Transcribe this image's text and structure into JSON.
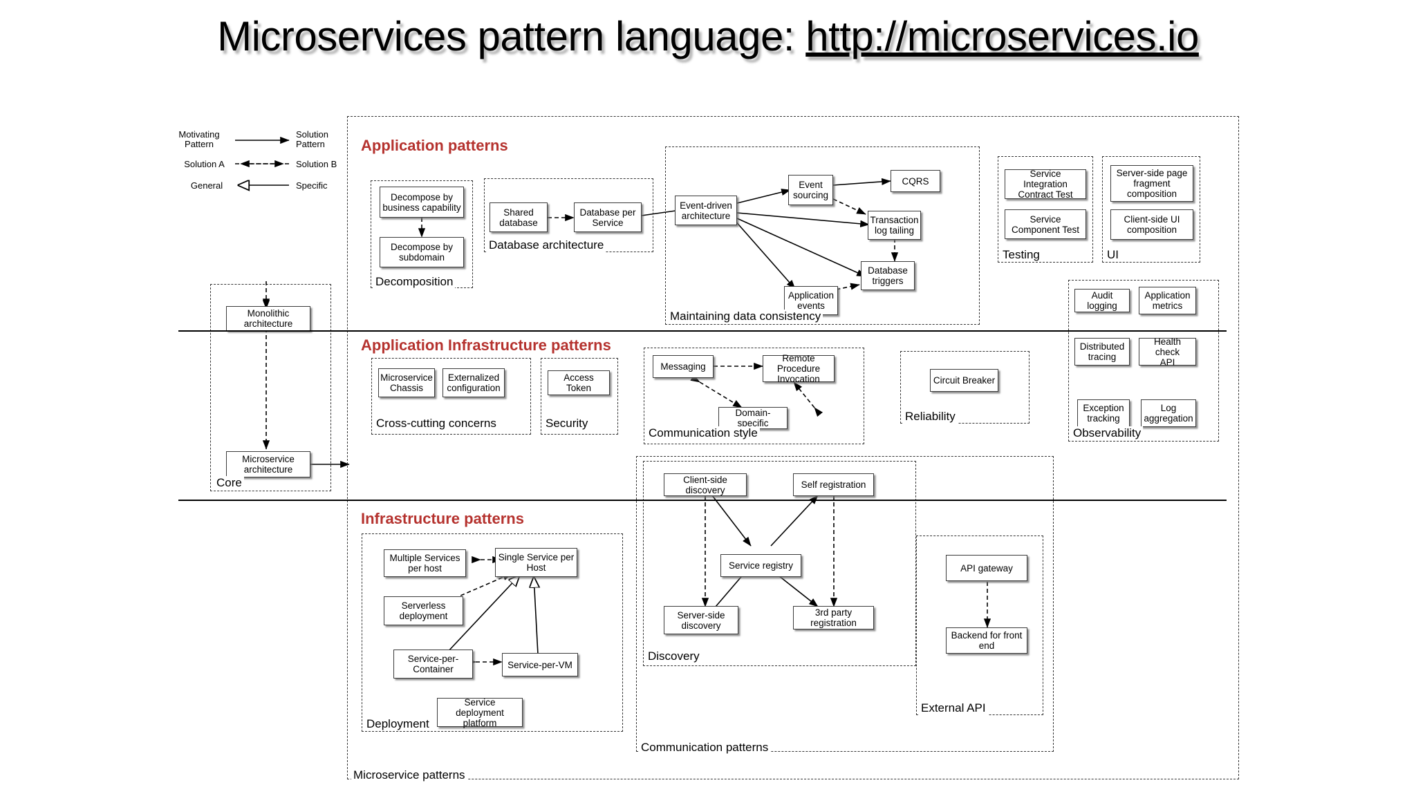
{
  "title": {
    "text": "Microservices pattern language: ",
    "url": "http://microservices.io"
  },
  "legend": {
    "rows": [
      {
        "left": "Motivating\nPattern",
        "right": "Solution\nPattern",
        "style": "solid-arrow"
      },
      {
        "left": "Solution A",
        "right": "Solution B",
        "style": "dashed-bidir"
      },
      {
        "left": "General",
        "right": "Specific",
        "style": "hollow-triangle"
      }
    ],
    "left_labels": [
      "Motivating",
      "Pattern",
      "Solution A",
      "General"
    ],
    "right_labels": [
      "Solution",
      "Pattern",
      "Solution B",
      "Specific"
    ]
  },
  "sections": [
    {
      "id": "application",
      "label": "Application patterns"
    },
    {
      "id": "app-infra",
      "label": "Application Infrastructure patterns"
    },
    {
      "id": "infra",
      "label": "Infrastructure patterns"
    }
  ],
  "groups": [
    {
      "id": "core",
      "label": "Core"
    },
    {
      "id": "decomposition",
      "label": "Decomposition"
    },
    {
      "id": "database-architecture",
      "label": "Database architecture"
    },
    {
      "id": "maintaining-data-consistency",
      "label": "Maintaining data consistency"
    },
    {
      "id": "testing",
      "label": "Testing"
    },
    {
      "id": "ui",
      "label": "UI"
    },
    {
      "id": "observability",
      "label": "Observability"
    },
    {
      "id": "cross-cutting-concerns",
      "label": "Cross-cutting concerns"
    },
    {
      "id": "security",
      "label": "Security"
    },
    {
      "id": "communication-style",
      "label": "Communication style"
    },
    {
      "id": "reliability",
      "label": "Reliability"
    },
    {
      "id": "discovery",
      "label": "Discovery"
    },
    {
      "id": "deployment",
      "label": "Deployment"
    },
    {
      "id": "external-api",
      "label": "External API"
    },
    {
      "id": "communication-patterns",
      "label": "Communication patterns"
    },
    {
      "id": "microservice-patterns",
      "label": "Microservice patterns"
    }
  ],
  "nodes": {
    "monolithic_architecture": "Monolithic\narchitecture",
    "microservice_architecture": "Microservice\narchitecture",
    "decompose_business_capability": "Decompose by\nbusiness capability",
    "decompose_subdomain": "Decompose by\nsubdomain",
    "shared_database": "Shared\ndatabase",
    "database_per_service": "Database per\nService",
    "event_driven_architecture": "Event-driven\narchitecture",
    "event_sourcing": "Event\nsourcing",
    "cqrs": "CQRS",
    "transaction_log_tailing": "Transaction\nlog tailing",
    "database_triggers": "Database\ntriggers",
    "application_events": "Application\nevents",
    "service_integration_contract_test": "Service Integration\nContract Test",
    "service_component_test": "Service\nComponent Test",
    "server_side_page_fragment_composition": "Server-side page\nfragment\ncomposition",
    "client_side_ui_composition": "Client-side  UI\ncomposition",
    "audit_logging": "Audit logging",
    "application_metrics": "Application\nmetrics",
    "distributed_tracing": "Distributed\ntracing",
    "health_check_api": "Health check\nAPI",
    "exception_tracking": "Exception\ntracking",
    "log_aggregation": "Log\naggregation",
    "microservice_chassis": "Microservice\nChassis",
    "externalized_configuration": "Externalized\nconfiguration",
    "access_token": "Access Token",
    "messaging": "Messaging",
    "remote_procedure_invocation": "Remote Procedure\nInvocation",
    "domain_specific": "Domain-specific",
    "circuit_breaker": "Circuit Breaker",
    "client_side_discovery": "Client-side discovery",
    "self_registration": "Self registration",
    "service_registry": "Service registry",
    "server_side_discovery": "Server-side\ndiscovery",
    "third_party_registration": "3rd party registration",
    "multiple_services_per_host": "Multiple Services\nper host",
    "single_service_per_host": "Single Service per\nHost",
    "serverless_deployment": "Serverless\ndeployment",
    "service_per_container": "Service-per-\nContainer",
    "service_per_vm": "Service-per-VM",
    "service_deployment_platform": "Service deployment\nplatform",
    "api_gateway": "API gateway",
    "backend_for_front_end": "Backend for front end"
  },
  "colors": {
    "section_heading": "#b5322e",
    "node_border": "#3b3b3b",
    "group_border": "#333333",
    "background": "#ffffff",
    "band": "#000000"
  }
}
